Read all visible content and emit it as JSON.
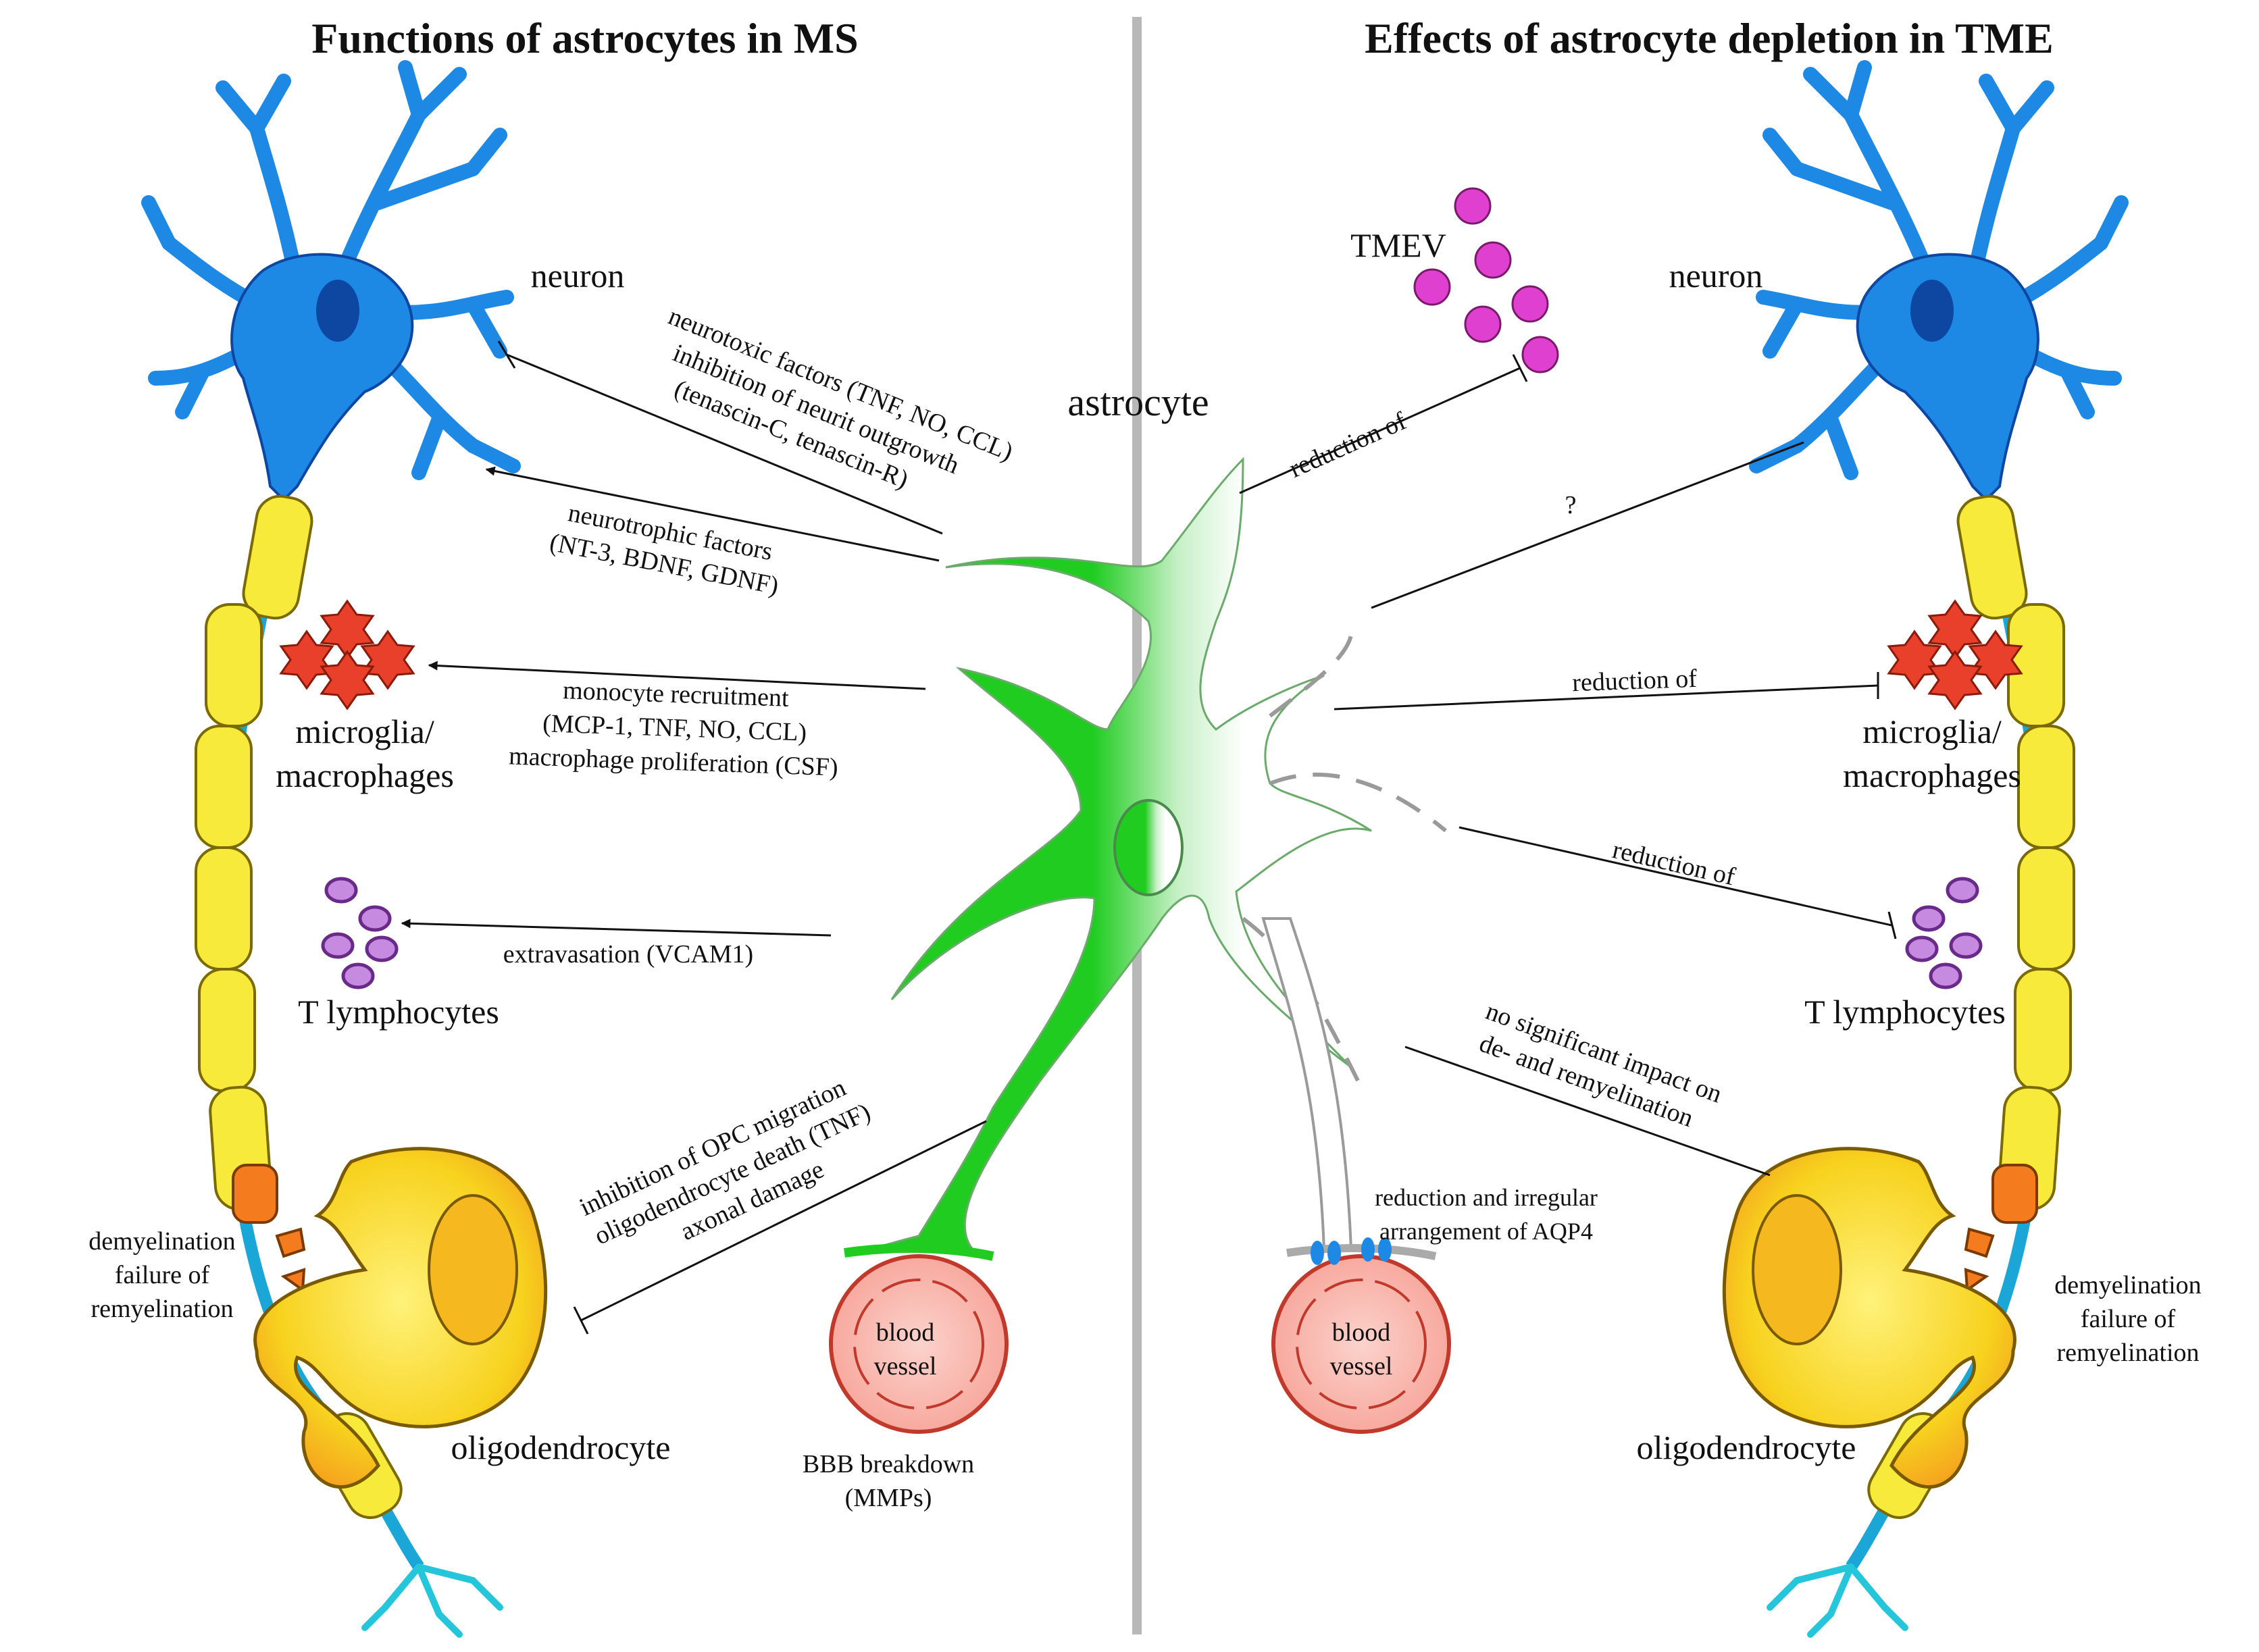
{
  "titles": {
    "left": "Functions of astrocytes in MS",
    "right": "Effects of astrocyte depletion in TME"
  },
  "center": {
    "astrocyte": "astrocyte"
  },
  "left": {
    "neuron": "neuron",
    "microglia_1": "microglia/",
    "microglia_2": "macrophages",
    "tlymph": "T lymphocytes",
    "oligo": "oligodendrocyte",
    "demyel_1": "demyelination",
    "demyel_2": "failure of",
    "demyel_3": "remyelination",
    "blood_1": "blood",
    "blood_2": "vessel",
    "bbb_1": "BBB breakdown",
    "bbb_2": "(MMPs)",
    "neurotoxic_1": "neurotoxic factors (TNF, NO, CCL)",
    "neurotoxic_2": "inhibition of neurit outgrowth",
    "neurotoxic_3": "(tenascin-C, tenascin-R)",
    "neurotrophic_1": "neurotrophic factors",
    "neurotrophic_2": "(NT-3, BDNF, GDNF)",
    "monocyte_1": "monocyte recruitment",
    "monocyte_2": "(MCP-1, TNF, NO, CCL)",
    "monocyte_3": "macrophage proliferation (CSF)",
    "extravasation": "extravasation (VCAM1)",
    "opc_1": "inhibition of OPC migration",
    "opc_2": "oligodendrocyte death (TNF)",
    "opc_3": "axonal damage"
  },
  "right": {
    "tmev": "TMEV",
    "neuron": "neuron",
    "microglia_1": "microglia/",
    "microglia_2": "macrophages",
    "tlymph": "T lymphocytes",
    "oligo": "oligodendrocyte",
    "demyel_1": "demyelination",
    "demyel_2": "failure of",
    "demyel_3": "remyelination",
    "blood_1": "blood",
    "blood_2": "vessel",
    "aqp4_1": "reduction and irregular",
    "aqp4_2": "arrangement of AQP4",
    "reduction_tmev": "reduction of",
    "question": "?",
    "reduction_micro": "reduction of",
    "reduction_t": "reduction of",
    "nosig_1": "no significant impact on",
    "nosig_2": "de- and remyelination"
  },
  "colors": {
    "neuron_blue": "#1e88e5",
    "myelin_yellow": "#f7ea3a",
    "axon_cyan": "#1aa6d6",
    "astro_green": "#1fcc1f",
    "micro_red": "#e8402a",
    "tcell_purple": "#b46fd6",
    "virus_magenta": "#e040d0",
    "vessel_pink": "#f8a8a0",
    "oligo_orange": "#f7a21e"
  }
}
